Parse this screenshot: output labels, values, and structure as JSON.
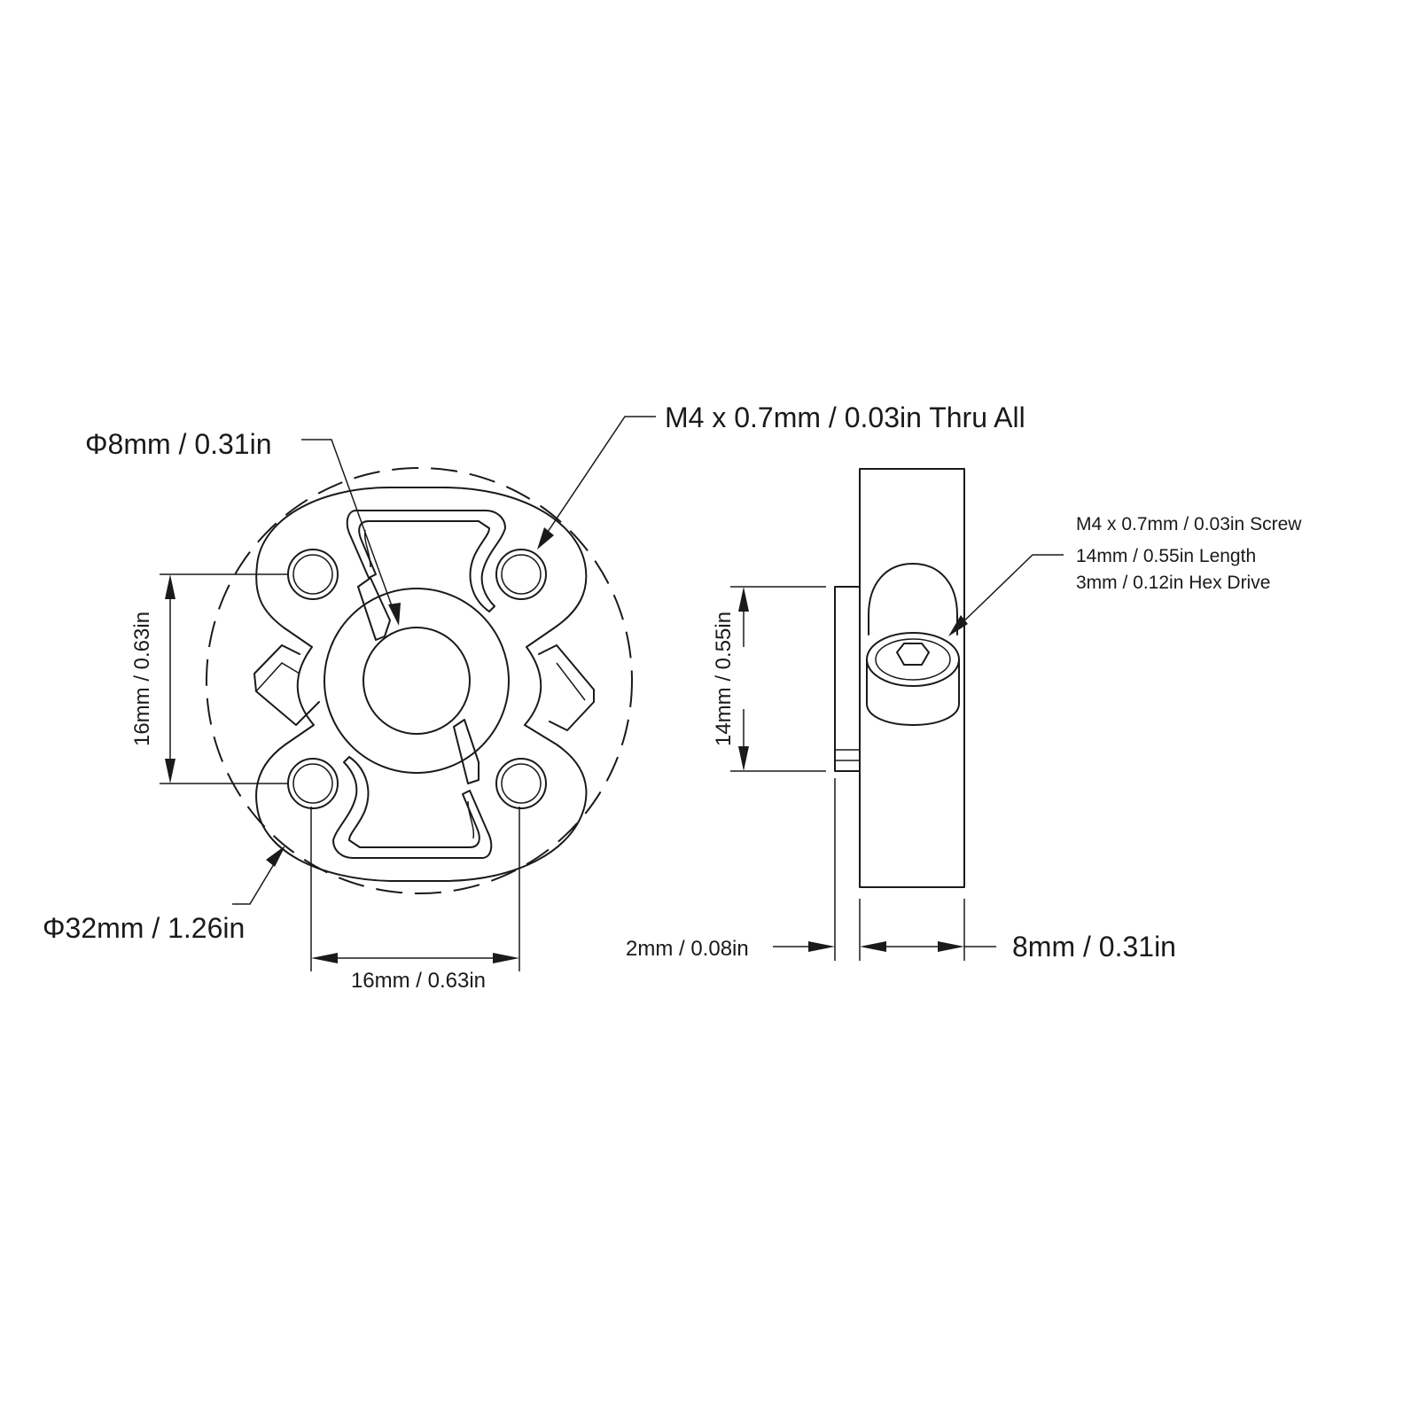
{
  "labels": {
    "bore_dia": "Φ8mm / 0.31in",
    "screw_hole": "M4 x 0.7mm / 0.03in Thru All",
    "outer_dia": "Φ32mm / 1.26in",
    "vert_spacing": "16mm / 0.63in",
    "horiz_spacing": "16mm / 0.63in",
    "screw_spec": "M4 x 0.7mm / 0.03in Screw",
    "screw_length": "14mm / 0.55in Length",
    "screw_drive": "3mm / 0.12in Hex Drive",
    "hub_height": "14mm / 0.55in",
    "hub_offset": "2mm / 0.08in",
    "thickness": "8mm / 0.31in"
  }
}
